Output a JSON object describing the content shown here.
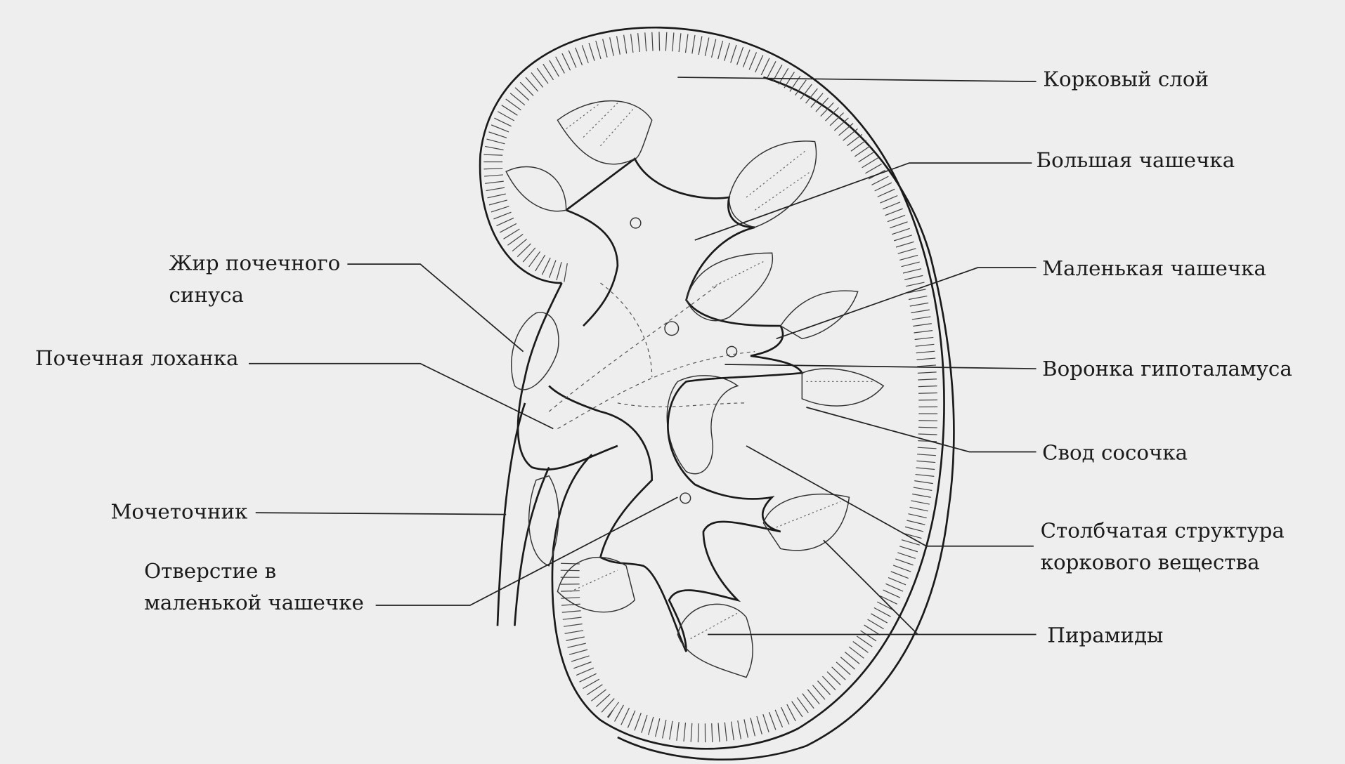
{
  "labels": {
    "cortex": "Корковый слой",
    "major_calyx": "Большая чашечка",
    "minor_calyx": "Маленькая чашечка",
    "infundibulum": "Воронка гипоталамуса",
    "papilla_fornix": "Свод сосочка",
    "renal_column_line1": "Столбчатая структура",
    "renal_column_line2": "коркового вещества",
    "pyramids": "Пирамиды",
    "sinus_fat_line1": "Жир почечного",
    "sinus_fat_line2": "синуса",
    "renal_pelvis": "Почечная лоханка",
    "ureter": "Мочеточник",
    "minor_calyx_opening_line1": "Отверстие в",
    "minor_calyx_opening_line2": "маленькой чашечке"
  },
  "colors": {
    "background": "#eeeeee",
    "ink": "#1a1a1a"
  }
}
